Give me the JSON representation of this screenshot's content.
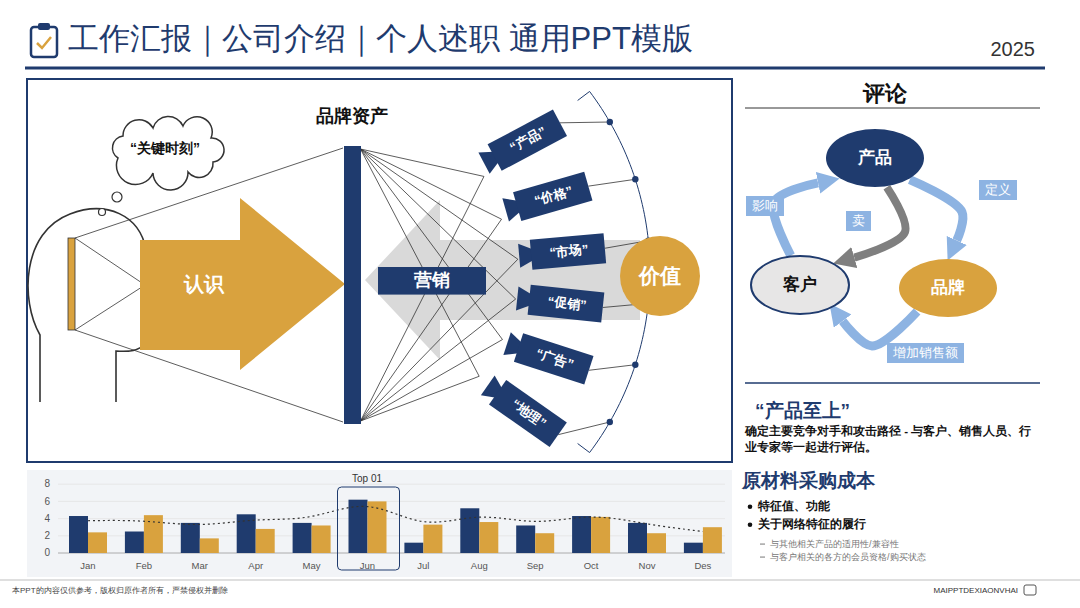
{
  "diagram": {
    "title": "工作汇报｜公司介绍｜个人述职 通用PPT模版",
    "nodes": [
      {
        "text": [
          "“关键时刻”"
        ]
      },
      {
        "text": [
          "认识"
        ]
      },
      {
        "text": [
          "品牌资产"
        ]
      },
      {
        "text": [
          "营销"
        ]
      },
      {
        "text": [
          "“产品”"
        ]
      },
      {
        "text": [
          "“价格”"
        ]
      },
      {
        "text": [
          "“市场”"
        ]
      },
      {
        "text": [
          "“促销”"
        ]
      },
      {
        "text": [
          "“广告”"
        ]
      },
      {
        "text": [
          "“地理”"
        ]
      },
      {
        "text": [
          "价值"
        ]
      },
      {
        "text": [
          "产品"
        ]
      },
      {
        "text": [
          "品牌"
        ]
      },
      {
        "text": [
          "客户"
        ]
      }
    ],
    "edges": [
      {
        "from": 2,
        "to": 4,
        "arrow": "none"
      },
      {
        "from": 2,
        "to": 5,
        "arrow": "none"
      },
      {
        "from": 2,
        "to": 6,
        "arrow": "none"
      },
      {
        "from": 2,
        "to": 7,
        "arrow": "none"
      },
      {
        "from": 2,
        "to": 8,
        "arrow": "none"
      },
      {
        "from": 2,
        "to": 9,
        "arrow": "none"
      },
      {
        "from": 11,
        "to": 12,
        "label": "定义",
        "arrow": "to"
      },
      {
        "from": 12,
        "to": 13,
        "label": "增加销售额",
        "arrow": "to"
      },
      {
        "from": 13,
        "to": 11,
        "label": "影响",
        "arrow": "to"
      },
      {
        "from": 11,
        "to": 13,
        "label": "卖",
        "arrow": "to"
      }
    ],
    "labels": [
      "2025",
      "评论",
      "“产品至上”",
      "确定主要竞争对手和攻击路径 - 与客户、销售人员、行业专家等一起进行评估。",
      "原材料采购成本",
      "特征值、功能",
      "关于网络特征的履行",
      "与其他相关产品的适用性/兼容性",
      "与客户相关的各方的会员资格/购买状态",
      "Top 01",
      "8",
      "6",
      "4",
      "2",
      "0",
      "Jan",
      "Feb",
      "Mar",
      "Apr",
      "May",
      "Jun",
      "Jul",
      "Aug",
      "Sep",
      "Oct",
      "Nov",
      "Des",
      "本PPT的内容仅供参考，版权归原作者所有，严禁侵权并删除",
      "MAIPPTDEXIAONVHAI"
    ]
  }
}
